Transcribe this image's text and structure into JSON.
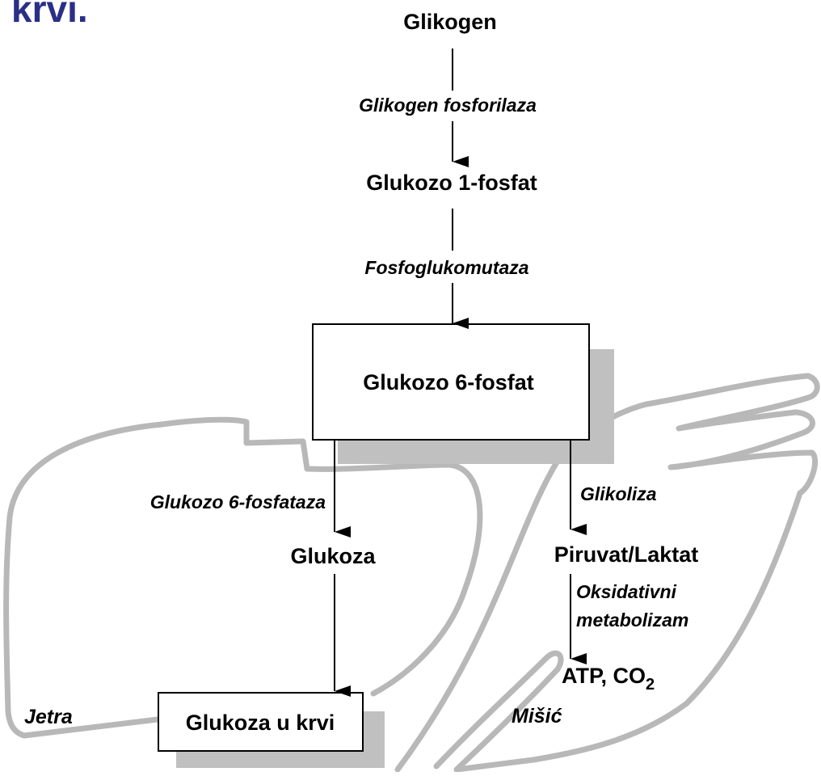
{
  "heading": "krvi.",
  "nodes": {
    "glikogen": "Glikogen",
    "g1p": "Glukozo 1-fosfat",
    "g6p": "Glukozo 6-fosfat",
    "glukoza": "Glukoza",
    "piruvat": "Piruvat/Laktat",
    "atp_co": "ATP, CO",
    "atp_sub": "2",
    "krv": "Glukoza u krvi"
  },
  "enzymes": {
    "fosforilaza": "Glikogen fosforilaza",
    "mutaza": "Fosfoglukomutaza",
    "fosfataza": "Glukozo 6-fosfataza",
    "glikoliza": "Glikoliza",
    "oksid_1": "Oksidativni",
    "oksid_2": "metabolizam"
  },
  "organs": {
    "jetra": "Jetra",
    "misic": "Mišić"
  },
  "colors": {
    "heading": "#2a2f86",
    "organ_outline": "#b8b8b8",
    "shadow": "#c0c0c0"
  }
}
